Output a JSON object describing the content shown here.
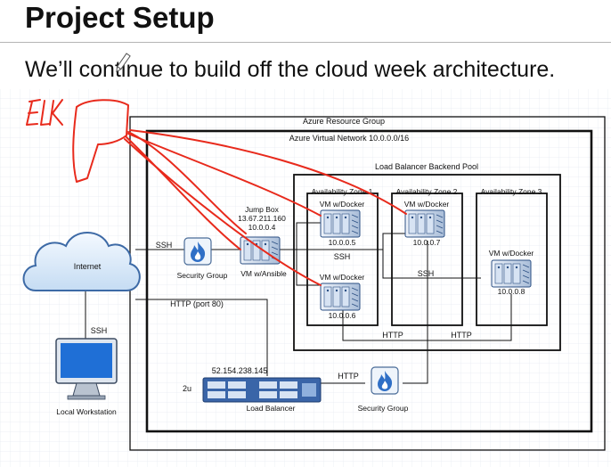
{
  "slide": {
    "title": "Project Setup",
    "subtitle": "We’ll continue to build off the cloud week architecture."
  },
  "annotation": {
    "handwritten_text": "ELK"
  },
  "diagram": {
    "resource_group": "Azure Resource Group",
    "vnet": "Azure Virtual Network 10.0.0.0/16",
    "backend_pool": "Load Balancer Backend Pool",
    "zones": [
      "Availability Zone 1",
      "Availability Zone 2",
      "Availability Zone 3"
    ],
    "vm_docker_label": "VM w/Docker",
    "vm_ips": [
      "10.0.0.5",
      "10.0.0.6",
      "10.0.0.7",
      "10.0.0.8"
    ],
    "jump_box": {
      "title": "Jump Box",
      "public_ip": "13.67.211.160",
      "private_ip": "10.0.0.4",
      "label": "VM w/Ansible"
    },
    "security_group_label": "Security Group",
    "internet_label": "Internet",
    "workstation_label": "Local Workstation",
    "load_balancer": {
      "label": "Load Balancer",
      "ip": "52.154.238.145",
      "side_label": "2u"
    },
    "edges": {
      "ssh": "SSH",
      "http": "HTTP",
      "http_port80": "HTTP (port 80)"
    }
  }
}
